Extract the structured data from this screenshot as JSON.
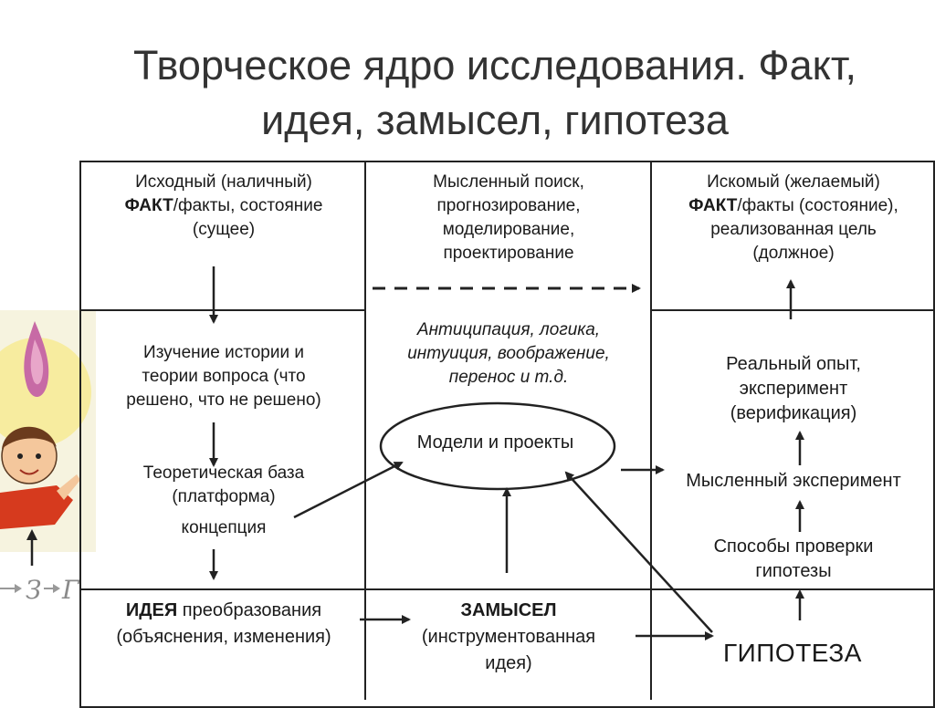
{
  "title": {
    "line1": "Творческое ядро исследования. Факт,",
    "line2": "идея, замысел, гипотеза"
  },
  "cells": {
    "c1": {
      "line1": "Исходный (наличный)",
      "line2_bold": "ФАКТ",
      "line2_rest": "/факты, состояние",
      "line3": "(сущее)"
    },
    "c2": {
      "line1": "Мысленный поиск,",
      "line2": "прогнозирование,",
      "line3": "моделирование,",
      "line4": "проектирование"
    },
    "c3": {
      "line1": "Искомый (желаемый)",
      "line2_bold": "ФАКТ",
      "line2_rest": "/факты (состояние),",
      "line3": "реализованная цель",
      "line4": "(должное)"
    },
    "history": {
      "line1": "Изучение истории и",
      "line2": "теории вопроса (что",
      "line3": "решено, что не решено)"
    },
    "theory": {
      "line1": "Теоретическая база",
      "line2": "(платформа)",
      "line3": "концепция"
    },
    "anticipation": {
      "line1": "Антиципация, логика,",
      "line2": "интуиция, воображение,",
      "line3": "перенос и т.д."
    },
    "models": "Модели и проекты",
    "experience": {
      "line1": "Реальный опыт,",
      "line2": "эксперимент",
      "line3": "(верификация)"
    },
    "mental_experiment": "Мысленный эксперимент",
    "verification": {
      "line1": "Способы проверки",
      "line2": "гипотезы"
    },
    "idea": {
      "line1_bold": "ИДЕЯ",
      "line1_rest": " преобразования",
      "line2": "(объяснения, изменения)"
    },
    "design": {
      "line1": "ЗАМЫСЕЛ",
      "line2": "(инструментованная",
      "line3": "идея)"
    },
    "hypothesis": "ГИПОТЕЗА"
  },
  "side_formula": {
    "z": "З",
    "g": "Г"
  },
  "colors": {
    "lines": "#222222",
    "title": "#333333",
    "side_glow": "#f7e98a",
    "flame": "#c76aa5",
    "figure_shirt": "#d63a1e",
    "figure_face": "#f4c79c"
  }
}
